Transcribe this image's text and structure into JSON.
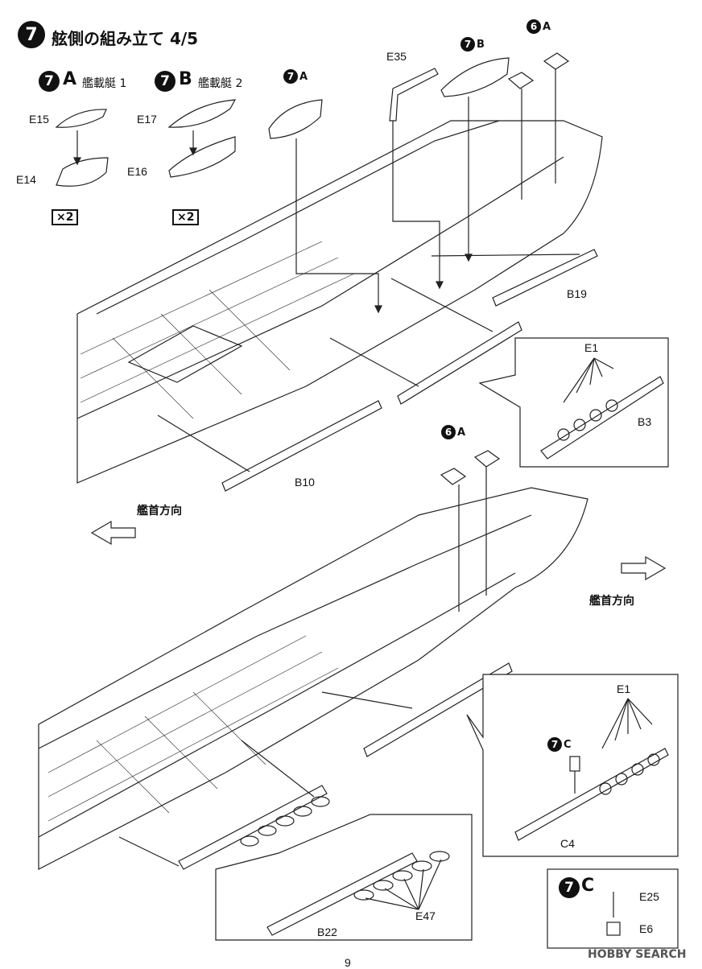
{
  "header": {
    "step_number": "7",
    "title": "舷側の組み立て 4/5"
  },
  "sub_steps": {
    "a_label": "A",
    "a_name": "艦載艇 1",
    "b_label": "B",
    "b_name": "艦載艇 2",
    "step_num": "7",
    "step6_num": "6",
    "multiplier": "×2"
  },
  "parts": {
    "e15": "E15",
    "e14": "E14",
    "e17": "E17",
    "e16": "E16",
    "e35": "E35",
    "b19": "B19",
    "b10": "B10",
    "b3": "B3",
    "e1_top": "E1",
    "e1_bottom": "E1",
    "c4": "C4",
    "b22": "B22",
    "e47": "E47",
    "e25": "E25",
    "e6": "E6"
  },
  "callouts": {
    "a": "A",
    "b": "B",
    "c": "C"
  },
  "directions": {
    "bow_left": "艦首方向",
    "bow_right": "艦首方向"
  },
  "footer": {
    "page_number": "9",
    "watermark": "HOBBY SEARCH"
  }
}
